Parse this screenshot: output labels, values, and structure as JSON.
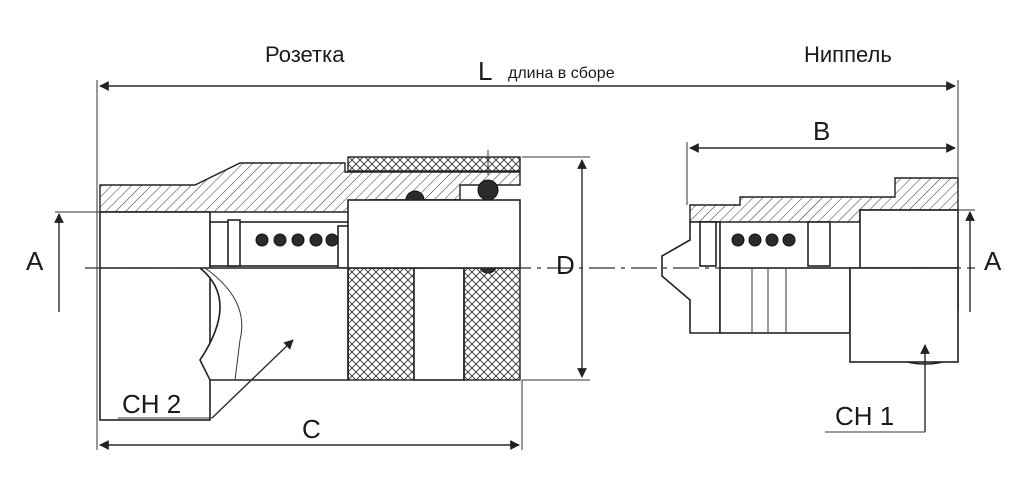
{
  "headings": {
    "coupler": "Розетка",
    "nipple": "Ниппель"
  },
  "dimensions": {
    "L": "L",
    "L_note": "длина в сборе",
    "B": "B",
    "C": "C",
    "D": "D",
    "A_left": "A",
    "A_right": "A"
  },
  "callouts": {
    "ch2": "CH 2",
    "ch1": "CH 1"
  }
}
